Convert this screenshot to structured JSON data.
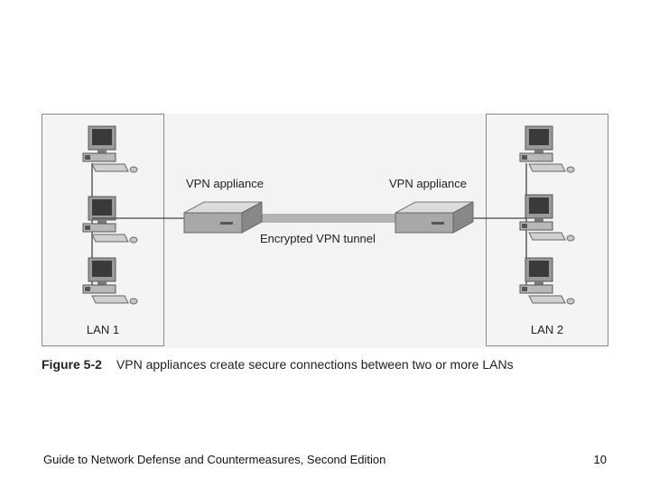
{
  "figure": {
    "lan_left": "LAN 1",
    "lan_right": "LAN 2",
    "appliance_left": "VPN appliance",
    "appliance_right": "VPN appliance",
    "tunnel": "Encrypted VPN tunnel",
    "caption_number": "Figure 5-2",
    "caption_text": "VPN appliances create secure connections between two or more LANs"
  },
  "footer": {
    "title": "Guide to Network Defense and Countermeasures, Second Edition",
    "page": "10"
  }
}
